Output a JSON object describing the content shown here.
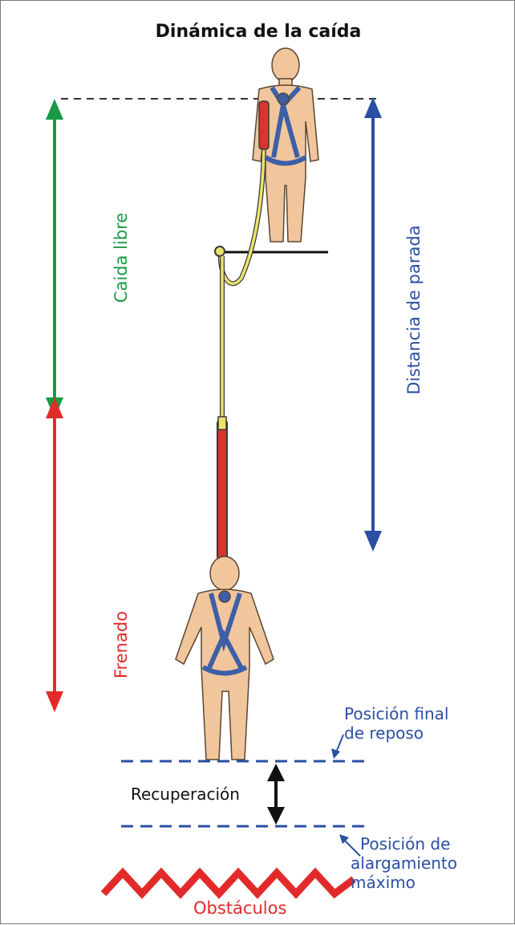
{
  "title": "Dinámica de la caída",
  "labels": {
    "caida_libre": "Caida libre",
    "distancia_parada": "Distancia de parada",
    "frenado": "Frenado",
    "recuperacion": "Recuperación",
    "posicion_final_line1": "Posición final",
    "posicion_final_line2": "de reposo",
    "alargamiento_line1": "Posición de",
    "alargamiento_line2": "alargamiento",
    "alargamiento_line3": "máximo",
    "obstaculos": "Obstáculos"
  },
  "colors": {
    "free_fall": "#1a9a45",
    "stopping_distance": "#2b4fa3",
    "braking": "#e32a2a",
    "recovery": "#111111",
    "position_markers": "#2b4fa3",
    "obstacles": "#e32a2a",
    "skin": "#f1c69c",
    "harness": "#3d5fa8",
    "lanyard": "#ece46a",
    "absorber": "#d8352f"
  }
}
